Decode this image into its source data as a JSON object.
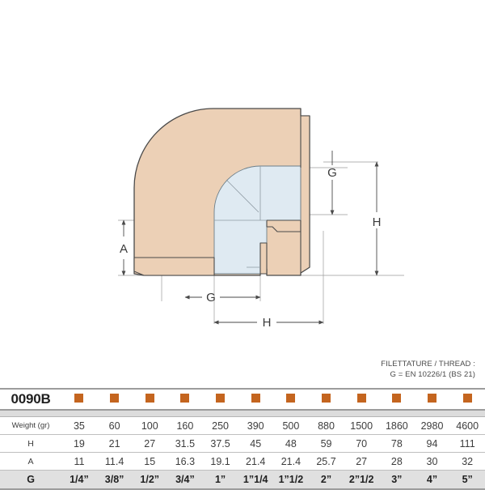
{
  "drawing": {
    "title": "90-degree-elbow-fitting-cross-section",
    "colors": {
      "body_fill": "#ecd0b6",
      "bore_fill": "#dfeaf2",
      "outline": "#4a4a4a",
      "dimension_line": "#6b6b6b"
    },
    "dimension_labels": {
      "a": "A",
      "g_vertical": "G",
      "g_horizontal": "G",
      "h_vertical": "H",
      "h_horizontal": "H"
    }
  },
  "thread_note": {
    "line1": "FILETTATURE / THREAD :",
    "line2": "G = EN 10226/1 (BS 21)"
  },
  "table": {
    "code": "0090B",
    "swatch_color": "#c4651f",
    "row_labels": [
      "Weight (gr)",
      "H",
      "A",
      "G"
    ],
    "rows": [
      {
        "label": "Weight (gr)",
        "values": [
          "35",
          "60",
          "100",
          "160",
          "250",
          "390",
          "500",
          "880",
          "1500",
          "1860",
          "2980",
          "4600"
        ]
      },
      {
        "label": "H",
        "values": [
          "19",
          "21",
          "27",
          "31.5",
          "37.5",
          "45",
          "48",
          "59",
          "70",
          "78",
          "94",
          "111"
        ]
      },
      {
        "label": "A",
        "values": [
          "11",
          "11.4",
          "15",
          "16.3",
          "19.1",
          "21.4",
          "21.4",
          "25.7",
          "27",
          "28",
          "30",
          "32"
        ]
      },
      {
        "label": "G",
        "values": [
          "1/4”",
          "3/8”",
          "1/2”",
          "3/4”",
          "1”",
          "1”1/4",
          "1”1/2",
          "2”",
          "2”1/2",
          "3”",
          "4”",
          "5”"
        ]
      }
    ]
  }
}
